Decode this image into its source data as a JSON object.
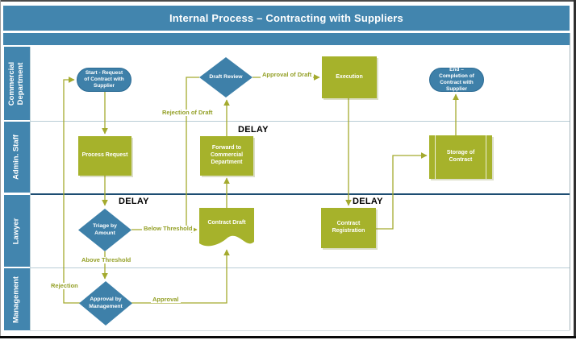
{
  "title": "Internal Process – Contracting with Suppliers",
  "lanes": {
    "commercial": "Commercial Department",
    "admin": "Admin. Staff",
    "lawyer": "Lawyer",
    "management": "Management"
  },
  "nodes": {
    "start": "Start - Request of Contract with Supplier",
    "process_request": "Process Request",
    "triage": "Triage by Amount",
    "approval_mgmt": "Approval by Management",
    "contract_draft": "Contract Draft",
    "forward": "Forward to Commercial Department",
    "draft_review": "Draft Review",
    "execution": "Execution",
    "contract_registration": "Contract Registration",
    "storage": "Storage of Contract",
    "end": "End – Completion of Contract with Supplier"
  },
  "edge_labels": {
    "approval_of_draft": "Approval of Draft",
    "rejection_of_draft": "Rejection of Draft",
    "below_threshold": "Below Threshold",
    "above_threshold": "Above Threshold",
    "rejection": "Rejection",
    "approval": "Approval",
    "delay": "DELAY"
  },
  "colors": {
    "header_blue": "#4285ae",
    "shape_blue": "#3e80a9",
    "shape_green": "#a6b22b",
    "connector_olive": "#a4aa2e",
    "edge_label_olive": "#94a027",
    "lane_separator_dark": "#1d4d72",
    "delay_text": "#000000"
  }
}
